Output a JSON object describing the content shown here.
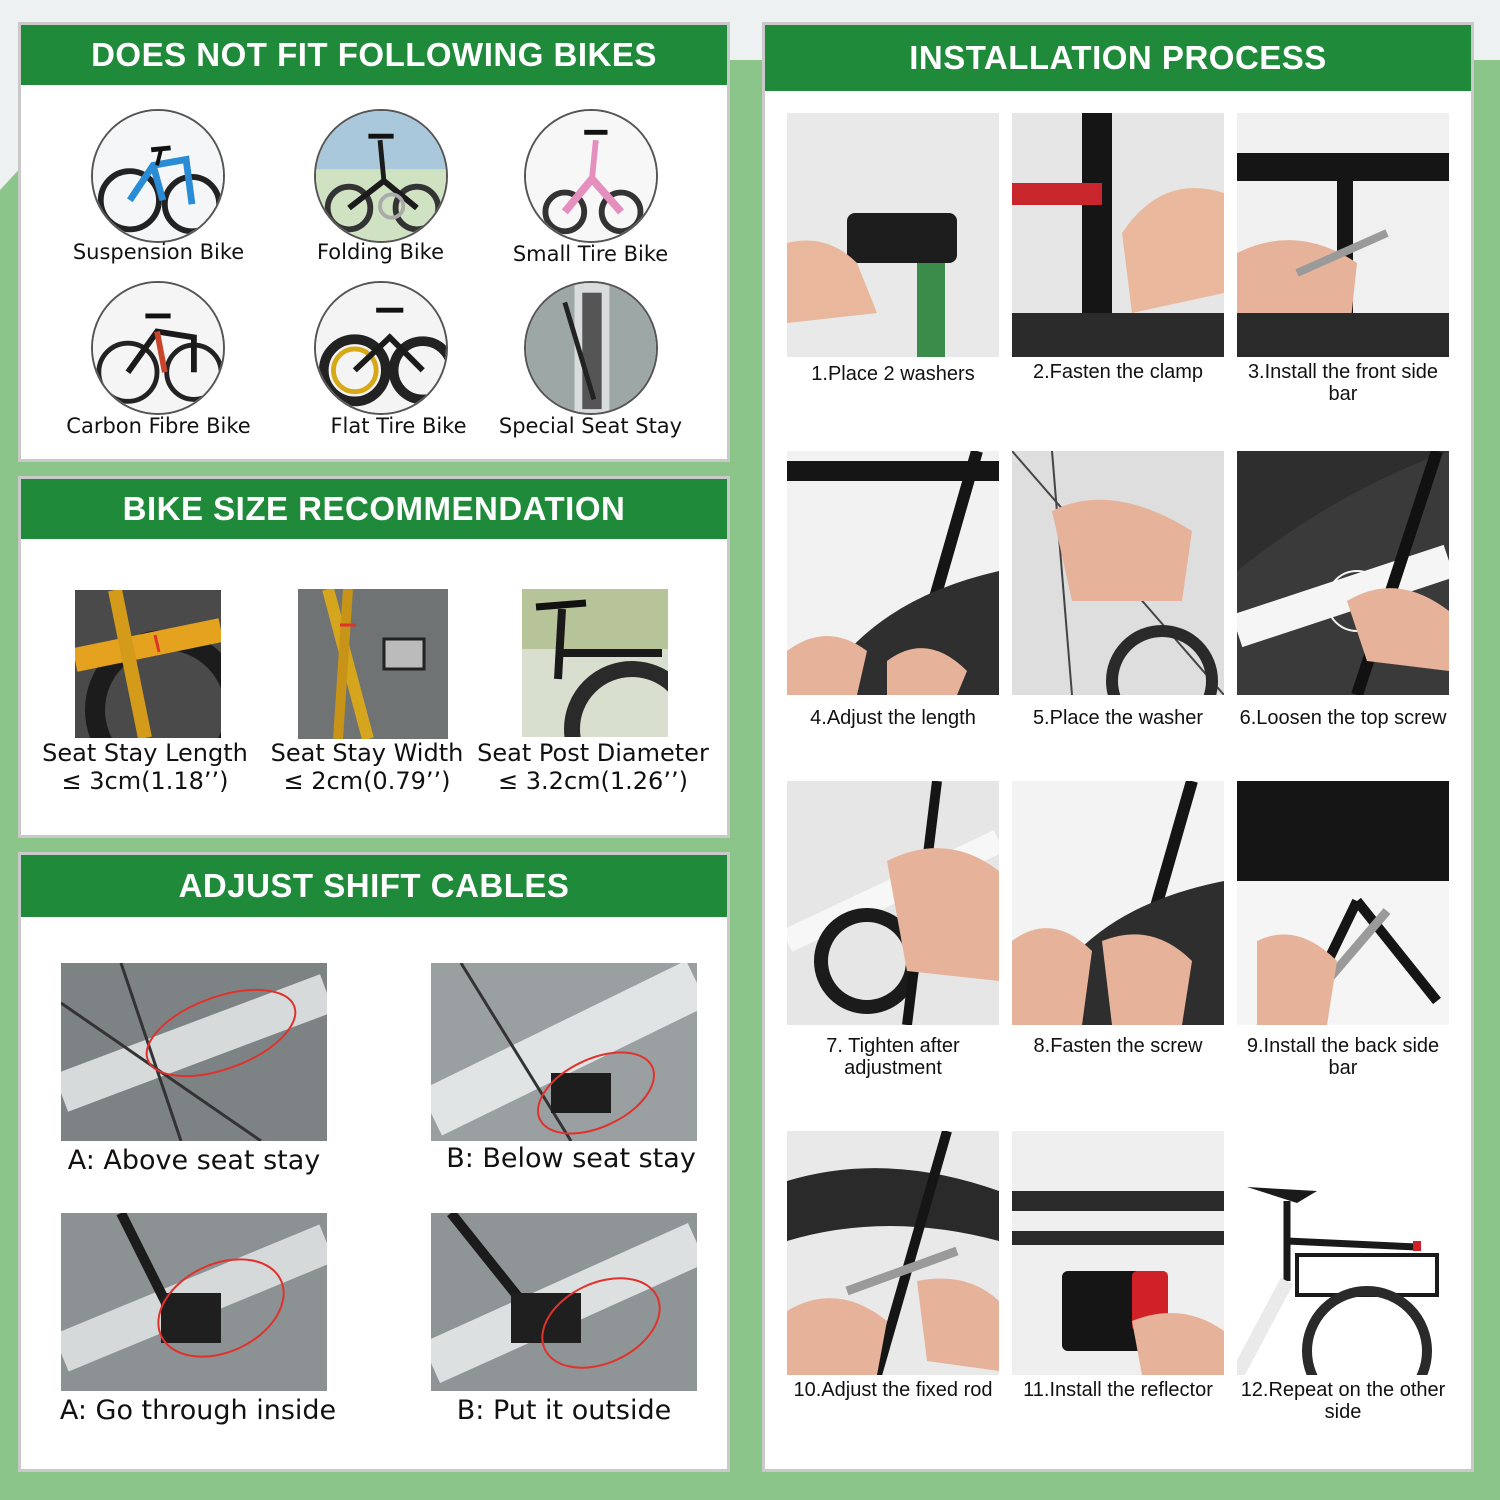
{
  "colors": {
    "background": "#8cc58a",
    "header": "#1f8a3a",
    "panel": "#ffffff",
    "highlight": "#e0322c"
  },
  "not_fit": {
    "title": "DOES NOT FIT FOLLOWING BIKES",
    "bikes": [
      {
        "label": "Suspension Bike",
        "icon": "suspension-bike-icon"
      },
      {
        "label": "Folding Bike",
        "icon": "folding-bike-icon"
      },
      {
        "label": "Small Tire Bike",
        "icon": "small-tire-bike-icon"
      },
      {
        "label": "Carbon Fibre Bike",
        "icon": "carbon-fibre-bike-icon"
      },
      {
        "label": "Flat Tire Bike",
        "icon": "flat-tire-bike-icon"
      },
      {
        "label": "Special Seat Stay",
        "icon": "special-seat-stay-icon"
      }
    ]
  },
  "size": {
    "title": "BIKE SIZE RECOMMENDATION",
    "items": [
      {
        "label": "Seat Stay Length",
        "value": "≤ 3cm(1.18’’)"
      },
      {
        "label": "Seat Stay Width",
        "value": "≤ 2cm(0.79’’)"
      },
      {
        "label": "Seat Post Diameter",
        "value": "≤ 3.2cm(1.26’’)"
      }
    ]
  },
  "shift": {
    "title": "ADJUST SHIFT CABLES",
    "items": [
      {
        "label": "A: Above seat stay"
      },
      {
        "label": "B: Below seat stay"
      },
      {
        "label": "A: Go through inside"
      },
      {
        "label": "B: Put it outside"
      }
    ]
  },
  "install": {
    "title": "INSTALLATION PROCESS",
    "steps": [
      {
        "label": "1.Place 2 washers"
      },
      {
        "label": "2.Fasten the clamp"
      },
      {
        "label": "3.Install the front side bar"
      },
      {
        "label": "4.Adjust the length"
      },
      {
        "label": "5.Place the washer"
      },
      {
        "label": "6.Loosen the top screw"
      },
      {
        "label": "7. Tighten after adjustment"
      },
      {
        "label": "8.Fasten the screw"
      },
      {
        "label": "9.Install the back side bar"
      },
      {
        "label": "10.Adjust the fixed rod"
      },
      {
        "label": "11.Install the reflector"
      },
      {
        "label": "12.Repeat on the other side"
      }
    ]
  }
}
